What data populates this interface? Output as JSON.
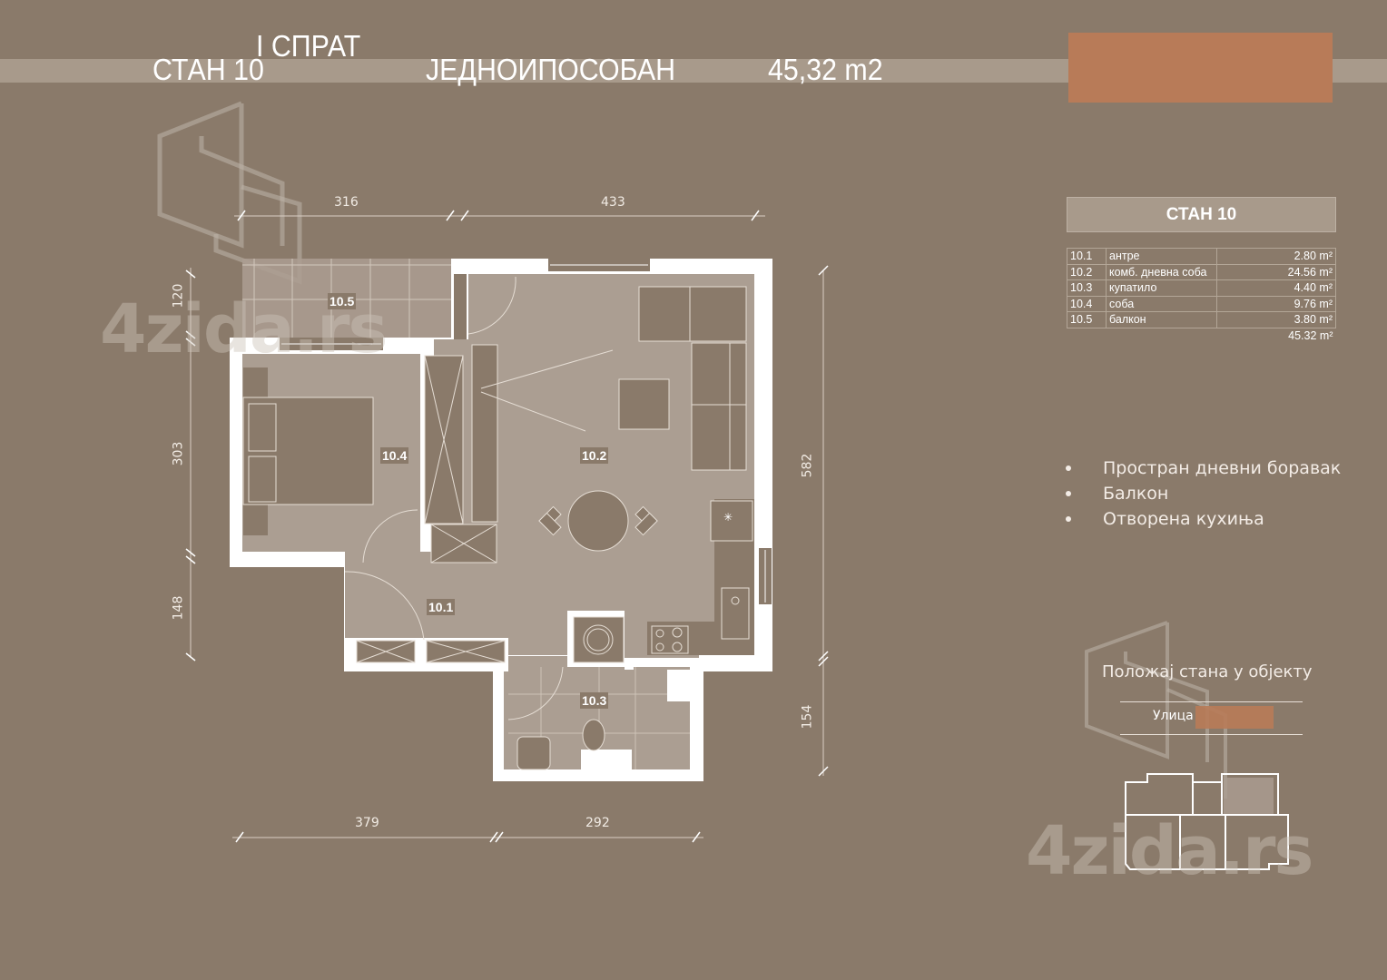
{
  "header": {
    "floor": "I СПРАТ",
    "apartment": "СТАН 10",
    "type": "ЈЕДНОИПОСОБАН",
    "area": "45,32 m2"
  },
  "colors": {
    "background": "#8a7a6a",
    "band": "#a89a8b",
    "accent": "#b87b58",
    "room_fill": "#ab9e92",
    "furniture_fill": "#8a7a6a",
    "wall": "#ffffff"
  },
  "legend": {
    "title": "СТАН 10",
    "rooms": [
      {
        "num": "10.1",
        "name": "антре",
        "area": "2.80 m²"
      },
      {
        "num": "10.2",
        "name": "комб. дневна соба",
        "area": "24.56 m²"
      },
      {
        "num": "10.3",
        "name": "купатило",
        "area": "4.40 m²"
      },
      {
        "num": "10.4",
        "name": "соба",
        "area": "9.76 m²"
      },
      {
        "num": "10.5",
        "name": "балкон",
        "area": "3.80 m²"
      }
    ],
    "total": "45.32 m²"
  },
  "features": [
    "Простран дневни боравак",
    "Балкон",
    "Отворена кухиња"
  ],
  "position": {
    "title": "Положај стана у објекту",
    "street_label": "Улица"
  },
  "plan": {
    "room_labels": {
      "r101": "10.1",
      "r102": "10.2",
      "r103": "10.3",
      "r104": "10.4",
      "r105": "10.5"
    },
    "dimensions": {
      "top_left": "316",
      "top_right": "433",
      "left_top": "120",
      "left_mid": "303",
      "left_bottom": "148",
      "right_top": "582",
      "right_bottom": "154",
      "bottom_left": "379",
      "bottom_right": "292"
    }
  },
  "watermark": "4zida.rs"
}
